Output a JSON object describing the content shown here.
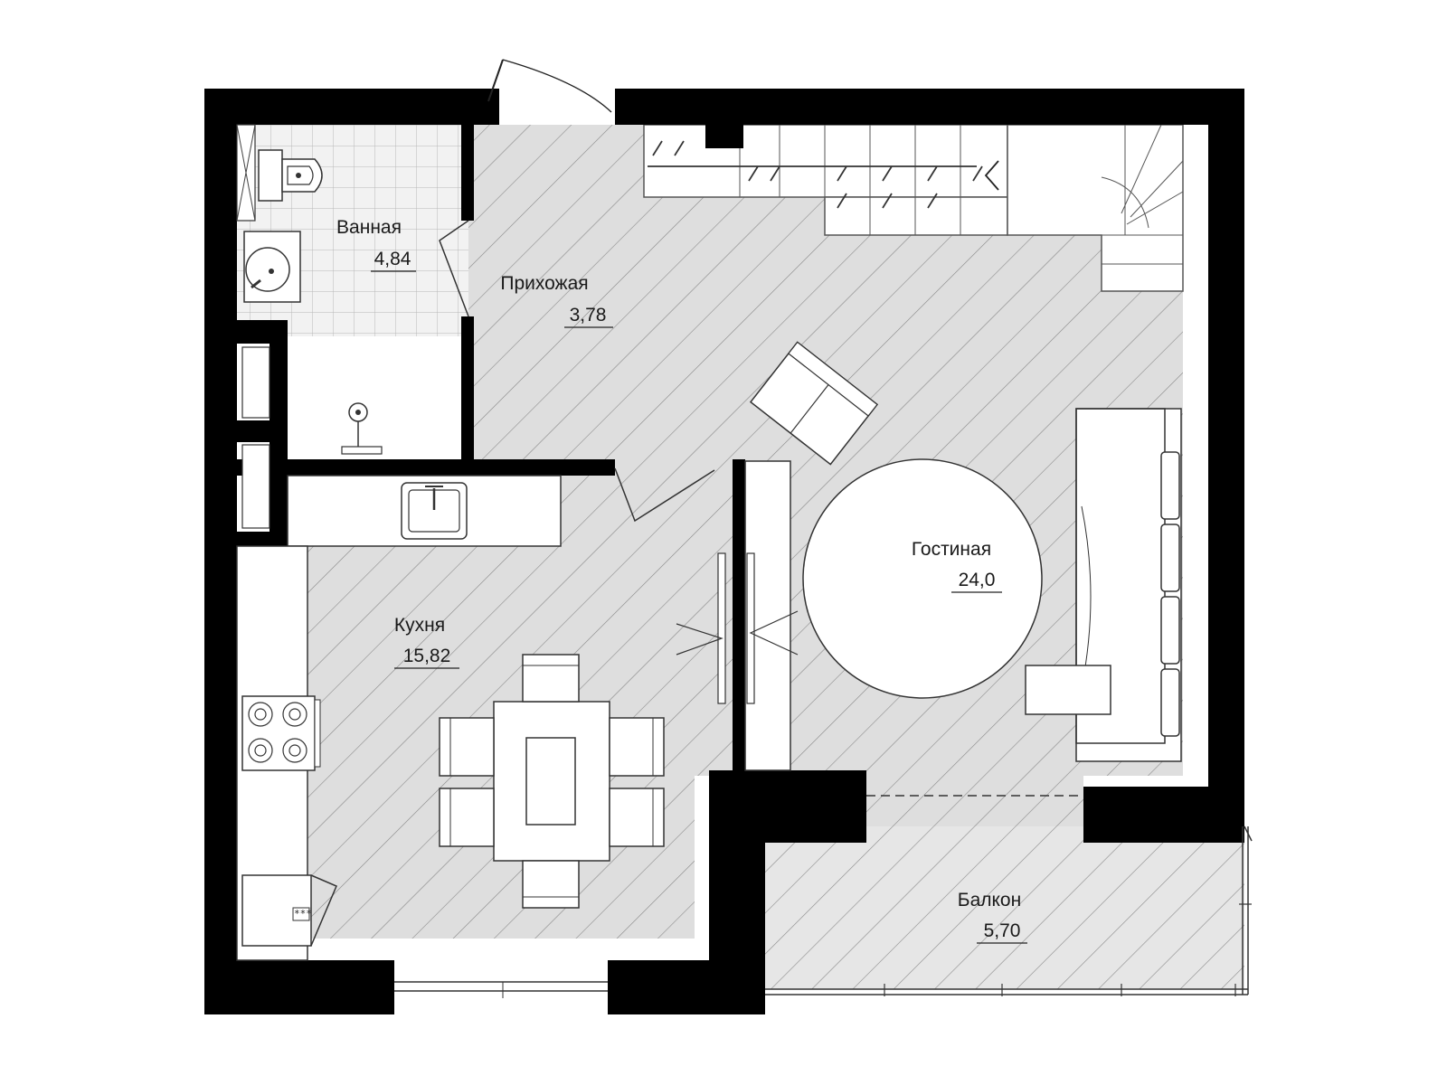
{
  "rooms": {
    "bathroom": {
      "name": "Ванная",
      "area": "4,84"
    },
    "hallway": {
      "name": "Прихожая",
      "area": "3,78"
    },
    "living": {
      "name": "Гостиная",
      "area": "24,0"
    },
    "kitchen": {
      "name": "Кухня",
      "area": "15,82"
    },
    "balcony": {
      "name": "Балкон",
      "area": "5,70"
    }
  },
  "stove_marking": "***",
  "colors": {
    "wall": "#000000",
    "floor": "#dedede",
    "hatch": "#8a8a8a",
    "tile": "#b8b8b8",
    "furniture": "#ffffff"
  }
}
